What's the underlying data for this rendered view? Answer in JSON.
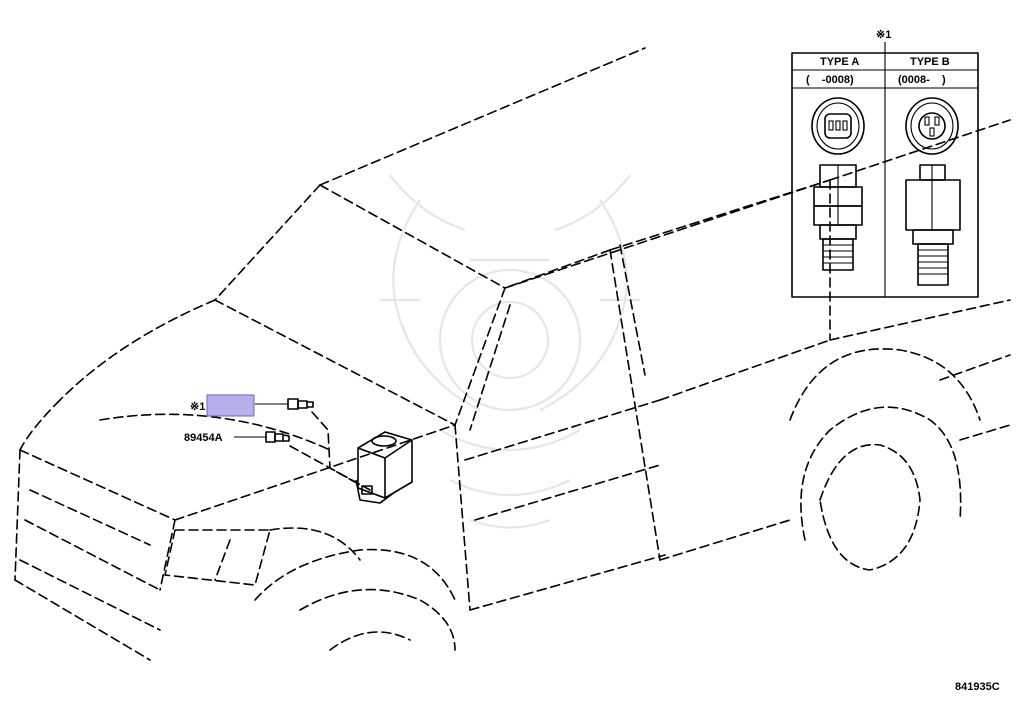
{
  "diagram": {
    "ref_mark": "※1",
    "callout_mark": "※1",
    "callout_highlight_color": "#b4b0ea",
    "part_number": "89454A",
    "figure_code": "841935C"
  },
  "inset": {
    "columns": [
      {
        "type_label": "TYPE A",
        "range_label": "(    -0008)"
      },
      {
        "type_label": "TYPE B",
        "range_label": "(0008-    )"
      }
    ]
  }
}
